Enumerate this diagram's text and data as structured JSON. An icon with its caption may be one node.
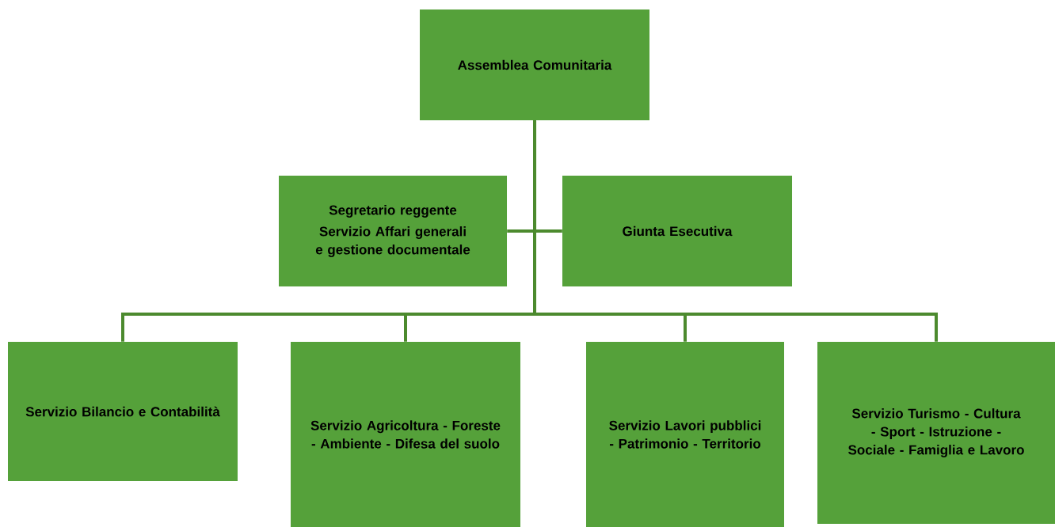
{
  "diagram": {
    "nodes": [
      {
        "text": [
          "Assemblea Comunitaria"
        ]
      },
      {
        "text": [
          "Segretario reggente",
          "Servizio Affari generali e gestione documentale"
        ]
      },
      {
        "text": [
          "Giunta Esecutiva"
        ]
      },
      {
        "text": [
          "Servizio Bilancio e Contabilità"
        ]
      },
      {
        "text": [
          "Servizio Agricoltura - Foreste - Ambiente - Difesa del suolo"
        ]
      },
      {
        "text": [
          "Servizio Lavori pubblici - Patrimonio - Territorio"
        ]
      },
      {
        "text": [
          "Servizio Turismo - Cultura - Sport - Istruzione - Sociale - Famiglia e Lavoro"
        ]
      }
    ],
    "edges": [
      {
        "from": 0,
        "to": 1,
        "arrow": "none"
      },
      {
        "from": 0,
        "to": 2,
        "arrow": "none"
      },
      {
        "from": 0,
        "to": 3,
        "arrow": "none"
      },
      {
        "from": 0,
        "to": 4,
        "arrow": "none"
      },
      {
        "from": 0,
        "to": 5,
        "arrow": "none"
      },
      {
        "from": 0,
        "to": 6,
        "arrow": "none"
      }
    ]
  }
}
